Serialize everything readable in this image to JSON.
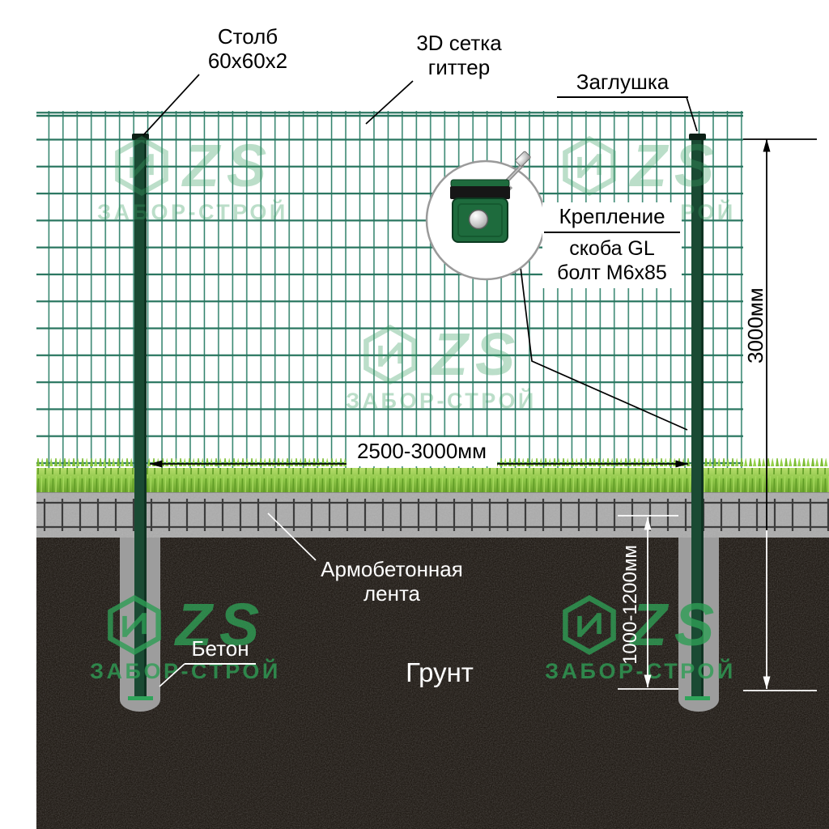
{
  "labels": {
    "post": {
      "line1": "Столб",
      "line2": "60х60х2"
    },
    "mesh": {
      "line1": "3D сетка",
      "line2": "гиттер"
    },
    "cap": "Заглушка",
    "fastening": {
      "title": "Крепление",
      "line1": "скоба GL",
      "line2": "болт М6х85"
    },
    "strip": {
      "line1": "Армобетонная",
      "line2": "лента"
    },
    "concrete": "Бетон",
    "ground": "Грунт"
  },
  "dimensions": {
    "span": "2500-3000мм",
    "height": "3000мм",
    "depth": "1000-1200мм"
  },
  "watermark": {
    "logo": "ZS",
    "name": "ЗАБОР-СТРОЙ"
  },
  "colors": {
    "mesh_green": "#2d8069",
    "post_green": "#1a4a33",
    "grass_green": "#8cc547",
    "concrete_gray": "#acacac",
    "soil_dark": "#140e08",
    "watermark_green": "#3aa162",
    "bracket_green": "#1e6b3d"
  }
}
